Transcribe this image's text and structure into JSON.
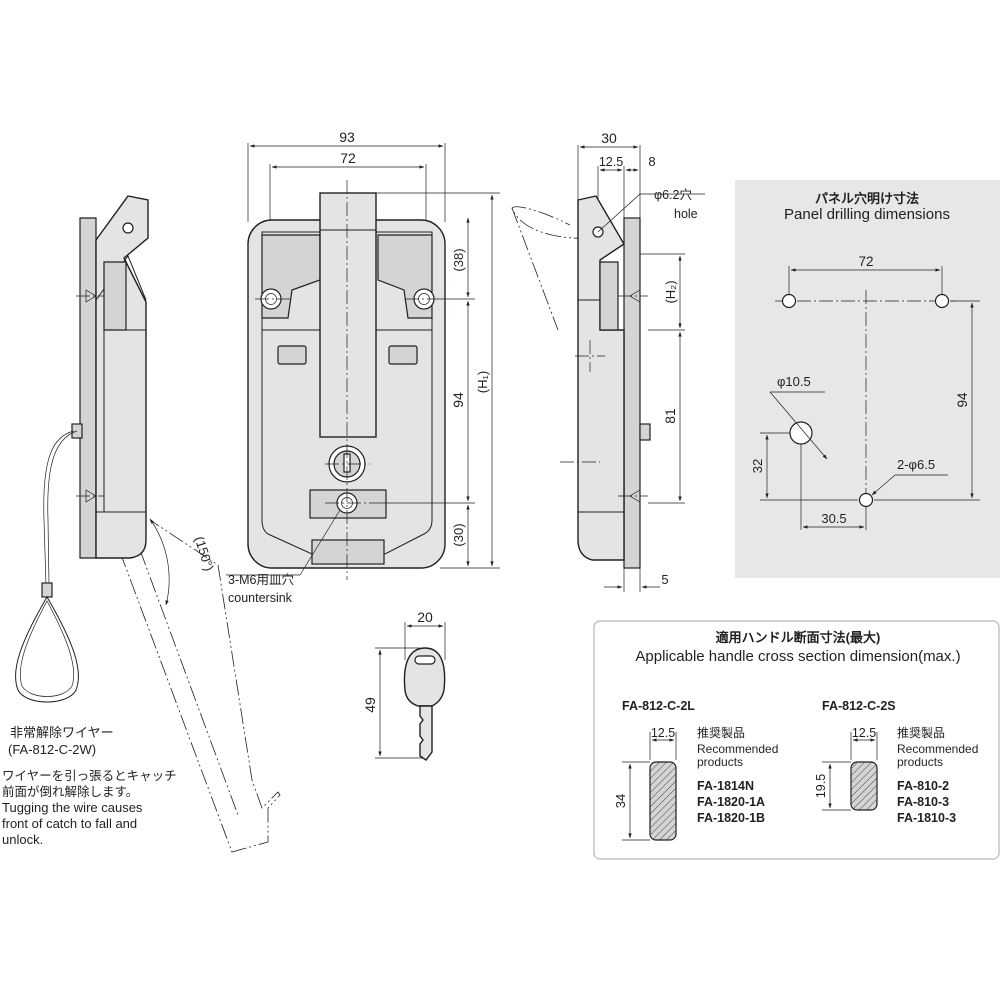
{
  "dimensions": {
    "d93": "93",
    "d72": "72",
    "d38": "(38)",
    "d94": "94",
    "dH1": "(H₁)",
    "d30b": "(30)",
    "d30": "30",
    "d12_5": "12.5",
    "d8": "8",
    "dH2": "(H₂)",
    "d81": "81",
    "d5": "5",
    "d150": "(150°)",
    "d20": "20",
    "d49": "49"
  },
  "hole_note": {
    "jp": "φ6.2穴",
    "en": "hole"
  },
  "countersink_note": {
    "jp": "3-M6用皿穴",
    "en": "countersink"
  },
  "wire_note": {
    "title_jp": "非常解除ワイヤー",
    "model": "(FA-812-C-2W)",
    "desc_jp_1": "ワイヤーを引っ張るとキャッチ",
    "desc_jp_2": "前面が倒れ解除します。",
    "desc_en_1": "Tugging the wire causes",
    "desc_en_2": "front of catch to fall and",
    "desc_en_3": "unlock."
  },
  "panel_drilling": {
    "title_jp": "パネル穴明け寸法",
    "title_en": "Panel drilling dimensions",
    "d72": "72",
    "d94": "94",
    "phi10_5": "φ10.5",
    "d32": "32",
    "phi6_5": "2-φ6.5",
    "d30_5": "30.5",
    "color": "#e6e7e8"
  },
  "handle_section": {
    "title_jp": "適用ハンドル断面寸法(最大)",
    "title_en": "Applicable handle cross section dimension(max.)",
    "left": {
      "model": "FA-812-C-2L",
      "width": "12.5",
      "height": "34",
      "rec_jp": "推奨製品",
      "rec_en_1": "Recommended",
      "rec_en_2": "products",
      "products": [
        "FA-1814N",
        "FA-1820-1A",
        "FA-1820-1B"
      ]
    },
    "right": {
      "model": "FA-812-C-2S",
      "width": "12.5",
      "height": "19.5",
      "rec_jp": "推奨製品",
      "rec_en_1": "Recommended",
      "rec_en_2": "products",
      "products": [
        "FA-810-2",
        "FA-810-3",
        "FA-1810-3"
      ]
    }
  }
}
